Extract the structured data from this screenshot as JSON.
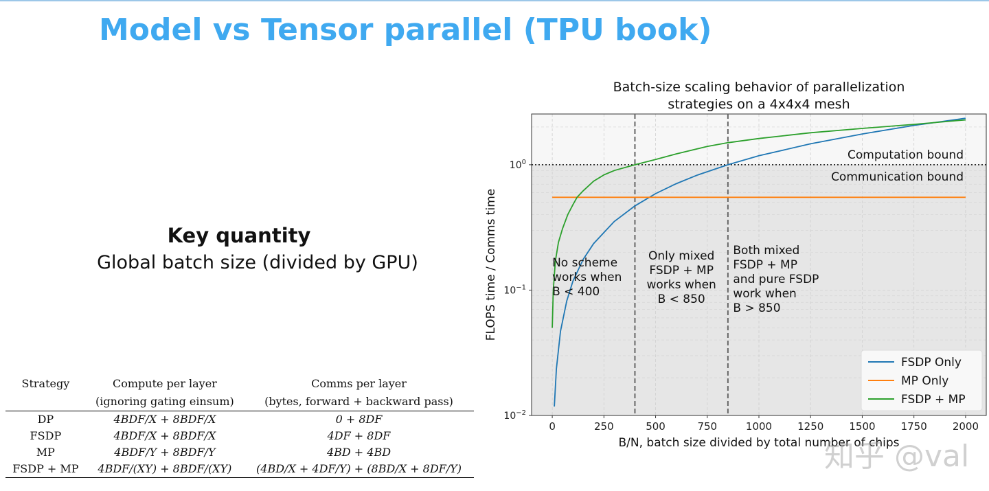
{
  "slide": {
    "title": "Model vs Tensor parallel (TPU book)",
    "key_label": "Key quantity",
    "key_desc": "Global batch size (divided by GPU)",
    "watermark": "知乎 @val"
  },
  "table": {
    "headers": [
      [
        "Strategy",
        ""
      ],
      [
        "Compute per layer",
        "(ignoring gating einsum)"
      ],
      [
        "Comms per layer",
        "(bytes, forward + backward pass)"
      ]
    ],
    "rows": [
      [
        "DP",
        "4BDF/X + 8BDF/X",
        "0 + 8DF"
      ],
      [
        "FSDP",
        "4BDF/X + 8BDF/X",
        "4DF + 8DF"
      ],
      [
        "MP",
        "4BDF/Y + 8BDF/Y",
        "4BD + 4BD"
      ],
      [
        "FSDP + MP",
        "4BDF/(XY) + 8BDF/(XY)",
        "(4BD/X + 4DF/Y) + (8BD/X + 8DF/Y)"
      ]
    ]
  },
  "chart_data": {
    "type": "line",
    "title": [
      "Batch-size scaling behavior of parallelization",
      "strategies on a 4x4x4 mesh"
    ],
    "xlabel": "B/N, batch size divided by total number of chips",
    "ylabel": "FLOPS time / Comms time",
    "yscale": "log",
    "xlim": [
      -100,
      2100
    ],
    "ylim": [
      0.01,
      2.54
    ],
    "xticks": [
      0,
      250,
      500,
      750,
      1000,
      1250,
      1500,
      1750,
      2000
    ],
    "yticks": [
      {
        "v": 0.01,
        "base": "10",
        "exp": "−2"
      },
      {
        "v": 0.1,
        "base": "10",
        "exp": "−1"
      },
      {
        "v": 1,
        "base": "10",
        "exp": "0"
      }
    ],
    "grid": true,
    "legend_position": "bottom-right",
    "series": [
      {
        "name": "FSDP Only",
        "color": "#1f77b4",
        "x": [
          10,
          20,
          40,
          70,
          100,
          150,
          200,
          300,
          400,
          500,
          600,
          700,
          850,
          1000,
          1250,
          1500,
          1750,
          2000
        ],
        "y": [
          0.0118,
          0.0235,
          0.047,
          0.082,
          0.118,
          0.176,
          0.235,
          0.353,
          0.47,
          0.588,
          0.706,
          0.824,
          1.0,
          1.18,
          1.47,
          1.76,
          2.06,
          2.35
        ]
      },
      {
        "name": "MP Only",
        "color": "#ff7f0e",
        "x": [
          0,
          2000
        ],
        "y": [
          0.55,
          0.55
        ]
      },
      {
        "name": "FSDP + MP",
        "color": "#2ca02c",
        "x": [
          0,
          5,
          15,
          30,
          50,
          75,
          100,
          120,
          150,
          200,
          250,
          300,
          400,
          500,
          600,
          750,
          850,
          1000,
          1250,
          1500,
          1750,
          2000
        ],
        "y": [
          0.05,
          0.1,
          0.17,
          0.24,
          0.31,
          0.4,
          0.48,
          0.55,
          0.62,
          0.74,
          0.83,
          0.9,
          1.0,
          1.1,
          1.22,
          1.4,
          1.5,
          1.62,
          1.8,
          1.95,
          2.1,
          2.28
        ]
      }
    ],
    "vlines": [
      400,
      850
    ],
    "hline": 1,
    "region_labels": {
      "above": "Computation bound",
      "below": "Communication bound"
    },
    "annotations": [
      {
        "x": 0,
        "lines": [
          "No scheme",
          "works when",
          "B < 400"
        ],
        "align": "start"
      },
      {
        "x": 625,
        "lines": [
          "Only mixed",
          "FSDP + MP",
          "works when",
          "B < 850"
        ],
        "align": "middle"
      },
      {
        "x": 875,
        "lines": [
          "Both mixed",
          "FSDP + MP",
          "and pure FSDP",
          "work when",
          "B > 850"
        ],
        "align": "start"
      }
    ]
  }
}
